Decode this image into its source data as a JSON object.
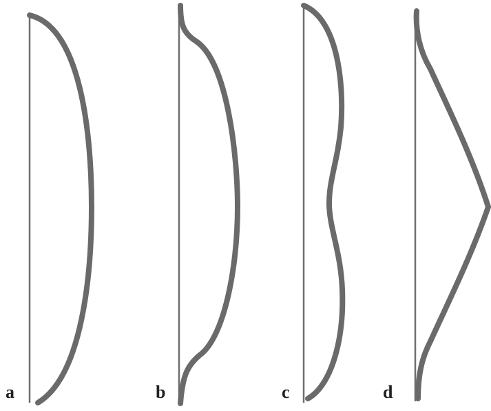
{
  "figure": {
    "panels": [
      {
        "label": "a",
        "shape": "simple-arc-bow"
      },
      {
        "label": "b",
        "shape": "reflex-tipped-bow"
      },
      {
        "label": "c",
        "shape": "double-convex-bow"
      },
      {
        "label": "d",
        "shape": "angular-bow"
      }
    ]
  },
  "colors": {
    "string": "#6f6f6f",
    "limb": "#6a6a6a",
    "label": "#222222",
    "background": "#ffffff"
  }
}
